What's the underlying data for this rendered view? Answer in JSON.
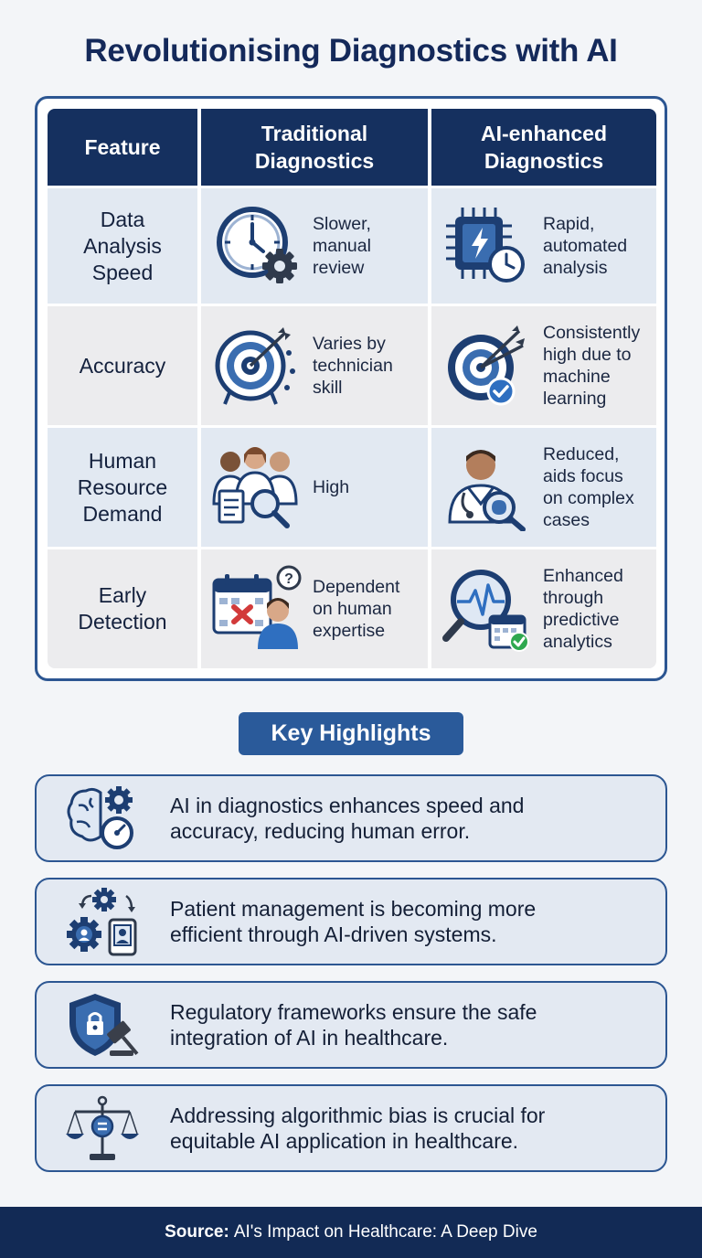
{
  "title": "Revolutionising Diagnostics with AI",
  "table": {
    "headers": [
      "Feature",
      "Traditional\nDiagnostics",
      "AI-enhanced\nDiagnostics"
    ],
    "rows": [
      {
        "feature": "Data\nAnalysis\nSpeed",
        "traditional": "Slower,\nmanual\nreview",
        "traditional_icon": "clock-gear-icon",
        "ai": "Rapid,\nautomated\nanalysis",
        "ai_icon": "chip-clock-icon"
      },
      {
        "feature": "Accuracy",
        "traditional": "Varies by\ntechnician\nskill",
        "traditional_icon": "target-arrow-icon",
        "ai": "Consistently\nhigh due to\nmachine\nlearning",
        "ai_icon": "target-check-icon"
      },
      {
        "feature": "Human\nResource\nDemand",
        "traditional": "High",
        "traditional_icon": "medical-team-icon",
        "ai": "Reduced,\naids focus\non complex\ncases",
        "ai_icon": "doctor-brain-icon"
      },
      {
        "feature": "Early\nDetection",
        "traditional": "Dependent\non human\nexpertise",
        "traditional_icon": "calendar-question-icon",
        "ai": "Enhanced\nthrough\npredictive\nanalytics",
        "ai_icon": "pulse-magnifier-icon"
      }
    ]
  },
  "key_highlights": {
    "label": "Key Highlights",
    "items": [
      {
        "text": "AI in diagnostics enhances speed and\naccuracy, reducing human error.",
        "icon": "brain-gears-icon"
      },
      {
        "text": "Patient management is becoming more\nefficient through AI-driven systems.",
        "icon": "patient-gear-icon"
      },
      {
        "text": "Regulatory frameworks ensure the safe\nintegration of AI in healthcare.",
        "icon": "shield-gavel-icon"
      },
      {
        "text": "Addressing algorithmic bias is crucial for\nequitable AI application in healthcare.",
        "icon": "scales-icon"
      }
    ]
  },
  "footer": {
    "label": "Source:",
    "text": "AI's Impact on Healthcare: A Deep Dive"
  },
  "colors": {
    "navy": "#15305f",
    "accent": "#2a5a9a",
    "row_blue": "#e2e9f2",
    "row_gray": "#ececee"
  }
}
